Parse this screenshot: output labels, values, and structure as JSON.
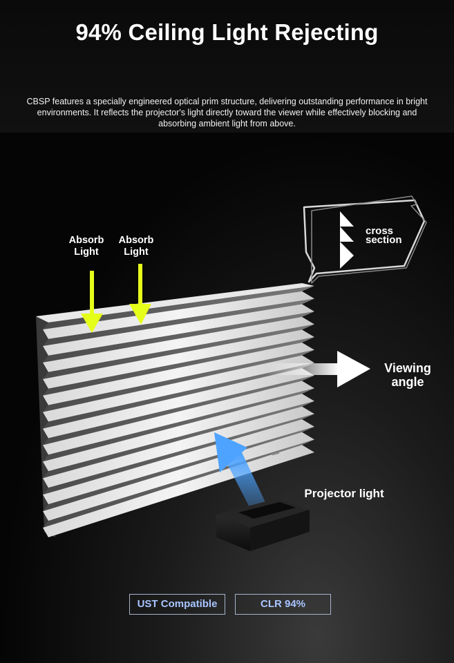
{
  "heading": {
    "title": "94% Ceiling Light Rejecting"
  },
  "intro": {
    "text": "CBSP features a specially engineered optical prim structure, delivering outstanding performance in bright environments. It reflects the projector's light directly toward the viewer while effectively blocking and absorbing ambient light from above."
  },
  "diagram": {
    "absorb_left": {
      "line1": "Absorb",
      "line2": "Light"
    },
    "absorb_right": {
      "line1": "Absorb",
      "line2": "Light"
    },
    "cross_section": {
      "line1": "cross",
      "line2": "section"
    },
    "viewing": {
      "line1": "Viewing",
      "line2": "angle"
    },
    "projector_label": "Projector light"
  },
  "badges": {
    "ust": "UST Compatible",
    "clr": "CLR 94%"
  },
  "colors": {
    "absorb_arrow": "#e6ff1a",
    "projector_arrow": "#4da3ff",
    "badge_text": "#a9c5ff",
    "badge_border": "#a9b4cf"
  }
}
